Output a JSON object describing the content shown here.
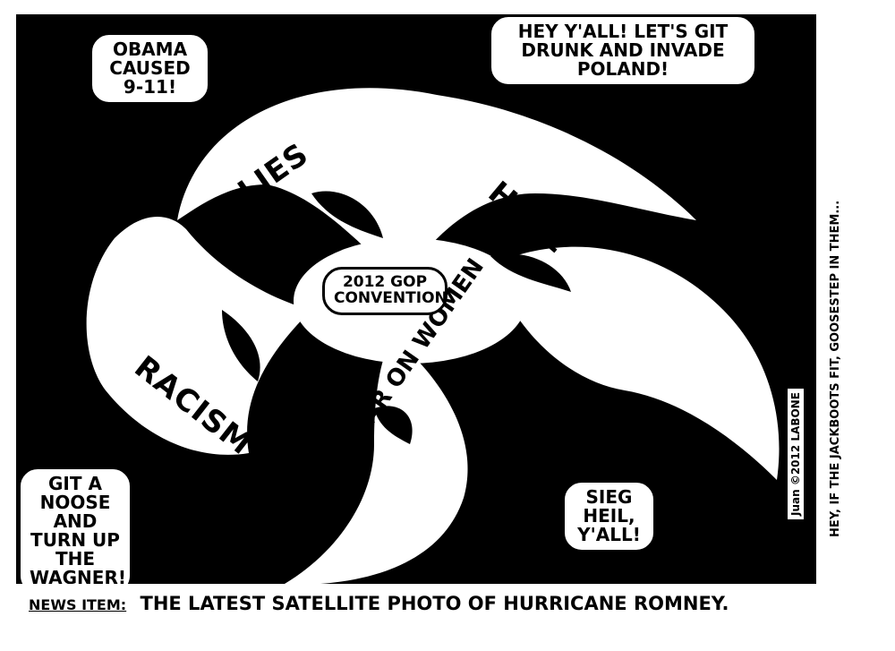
{
  "bubbles": {
    "top_left": "OBAMA CAUSED 9-11!",
    "top_right": "HEY Y'ALL! LET'S GIT DRUNK AND INVADE POLAND!",
    "bottom_left": "GIT A NOOSE AND TURN UP THE WAGNER!",
    "bottom_right": "SIEG HEIL, Y'ALL!"
  },
  "swirl_labels": {
    "lies": "LIES",
    "hate": "HATE",
    "racism": "RACISM",
    "war_on_women": "WAR ON WOMEN",
    "center": "2012 GOP CONVENTION"
  },
  "caption": {
    "news_item": "NEWS ITEM:",
    "text": "THE LATEST SATELLITE PHOTO OF HURRICANE ROMNEY."
  },
  "side_note": "HEY, IF THE JACKBOOTS FIT, GOOSESTEP IN THEM...",
  "signature": "Juan ©2012 LABONE"
}
